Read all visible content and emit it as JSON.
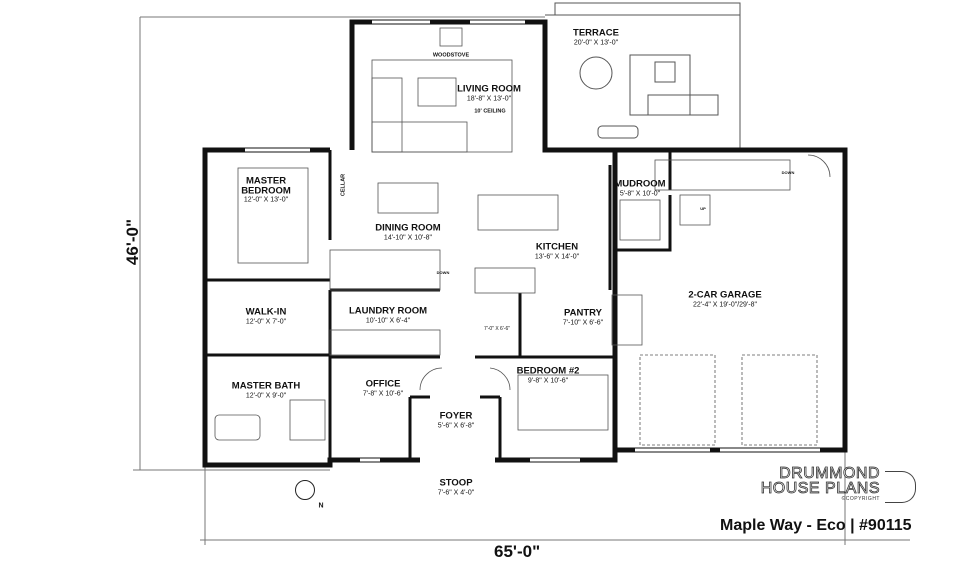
{
  "dimensions": {
    "depth": "46'-0\"",
    "width": "65'-0\""
  },
  "rooms": {
    "terrace": {
      "name": "TERRACE",
      "size": "20'-0\" X 13'-0\""
    },
    "living_room": {
      "name": "LIVING ROOM",
      "size": "18'-8\" X 13'-0\"",
      "note": "10' CEILING"
    },
    "woodstove": "WOODSTOVE",
    "master_bedroom": {
      "name": "MASTER BEDROOM",
      "size": "12'-0\" X 13'-0\""
    },
    "cellar": "CELLAR",
    "dining_room": {
      "name": "DINING ROOM",
      "size": "14'-10\" X 10'-8\""
    },
    "kitchen": {
      "name": "KITCHEN",
      "size": "13'-6\" X 14'-0\""
    },
    "mudroom": {
      "name": "MUDROOM",
      "size": "5'-8\" X 10'-0\""
    },
    "garage": {
      "name": "2-CAR GARAGE",
      "size": "22'-4\" X 19'-0\"/29'-8\""
    },
    "walk_in": {
      "name": "WALK-IN",
      "size": "12'-0\" X 7'-0\""
    },
    "laundry_room": {
      "name": "LAUNDRY ROOM",
      "size": "10'-10\" X 6'-4\""
    },
    "pantry": {
      "name": "PANTRY",
      "size": "7'-10\" X 6'-6\""
    },
    "bathroom": {
      "size": "7'-0\" X 6'-6\""
    },
    "master_bath": {
      "name": "MASTER BATH",
      "size": "12'-0\" X 9'-0\""
    },
    "office": {
      "name": "OFFICE",
      "size": "7'-8\" X 10'-6\""
    },
    "bedroom2": {
      "name": "BEDROOM #2",
      "size": "9'-8\" X 10'-6\""
    },
    "foyer": {
      "name": "FOYER",
      "size": "5'-6\" X 6'-8\""
    },
    "stoop": {
      "name": "STOOP",
      "size": "7'-6\" X 4'-0\""
    }
  },
  "stairs": {
    "down": "DOWN",
    "up": "UP"
  },
  "compass": "N",
  "branding": {
    "line1": "DRUMMOND",
    "line2": "HOUSE PLANS",
    "copyright": "©COPYRIGHT"
  },
  "plan_title": "Maple Way - Eco | #90115"
}
